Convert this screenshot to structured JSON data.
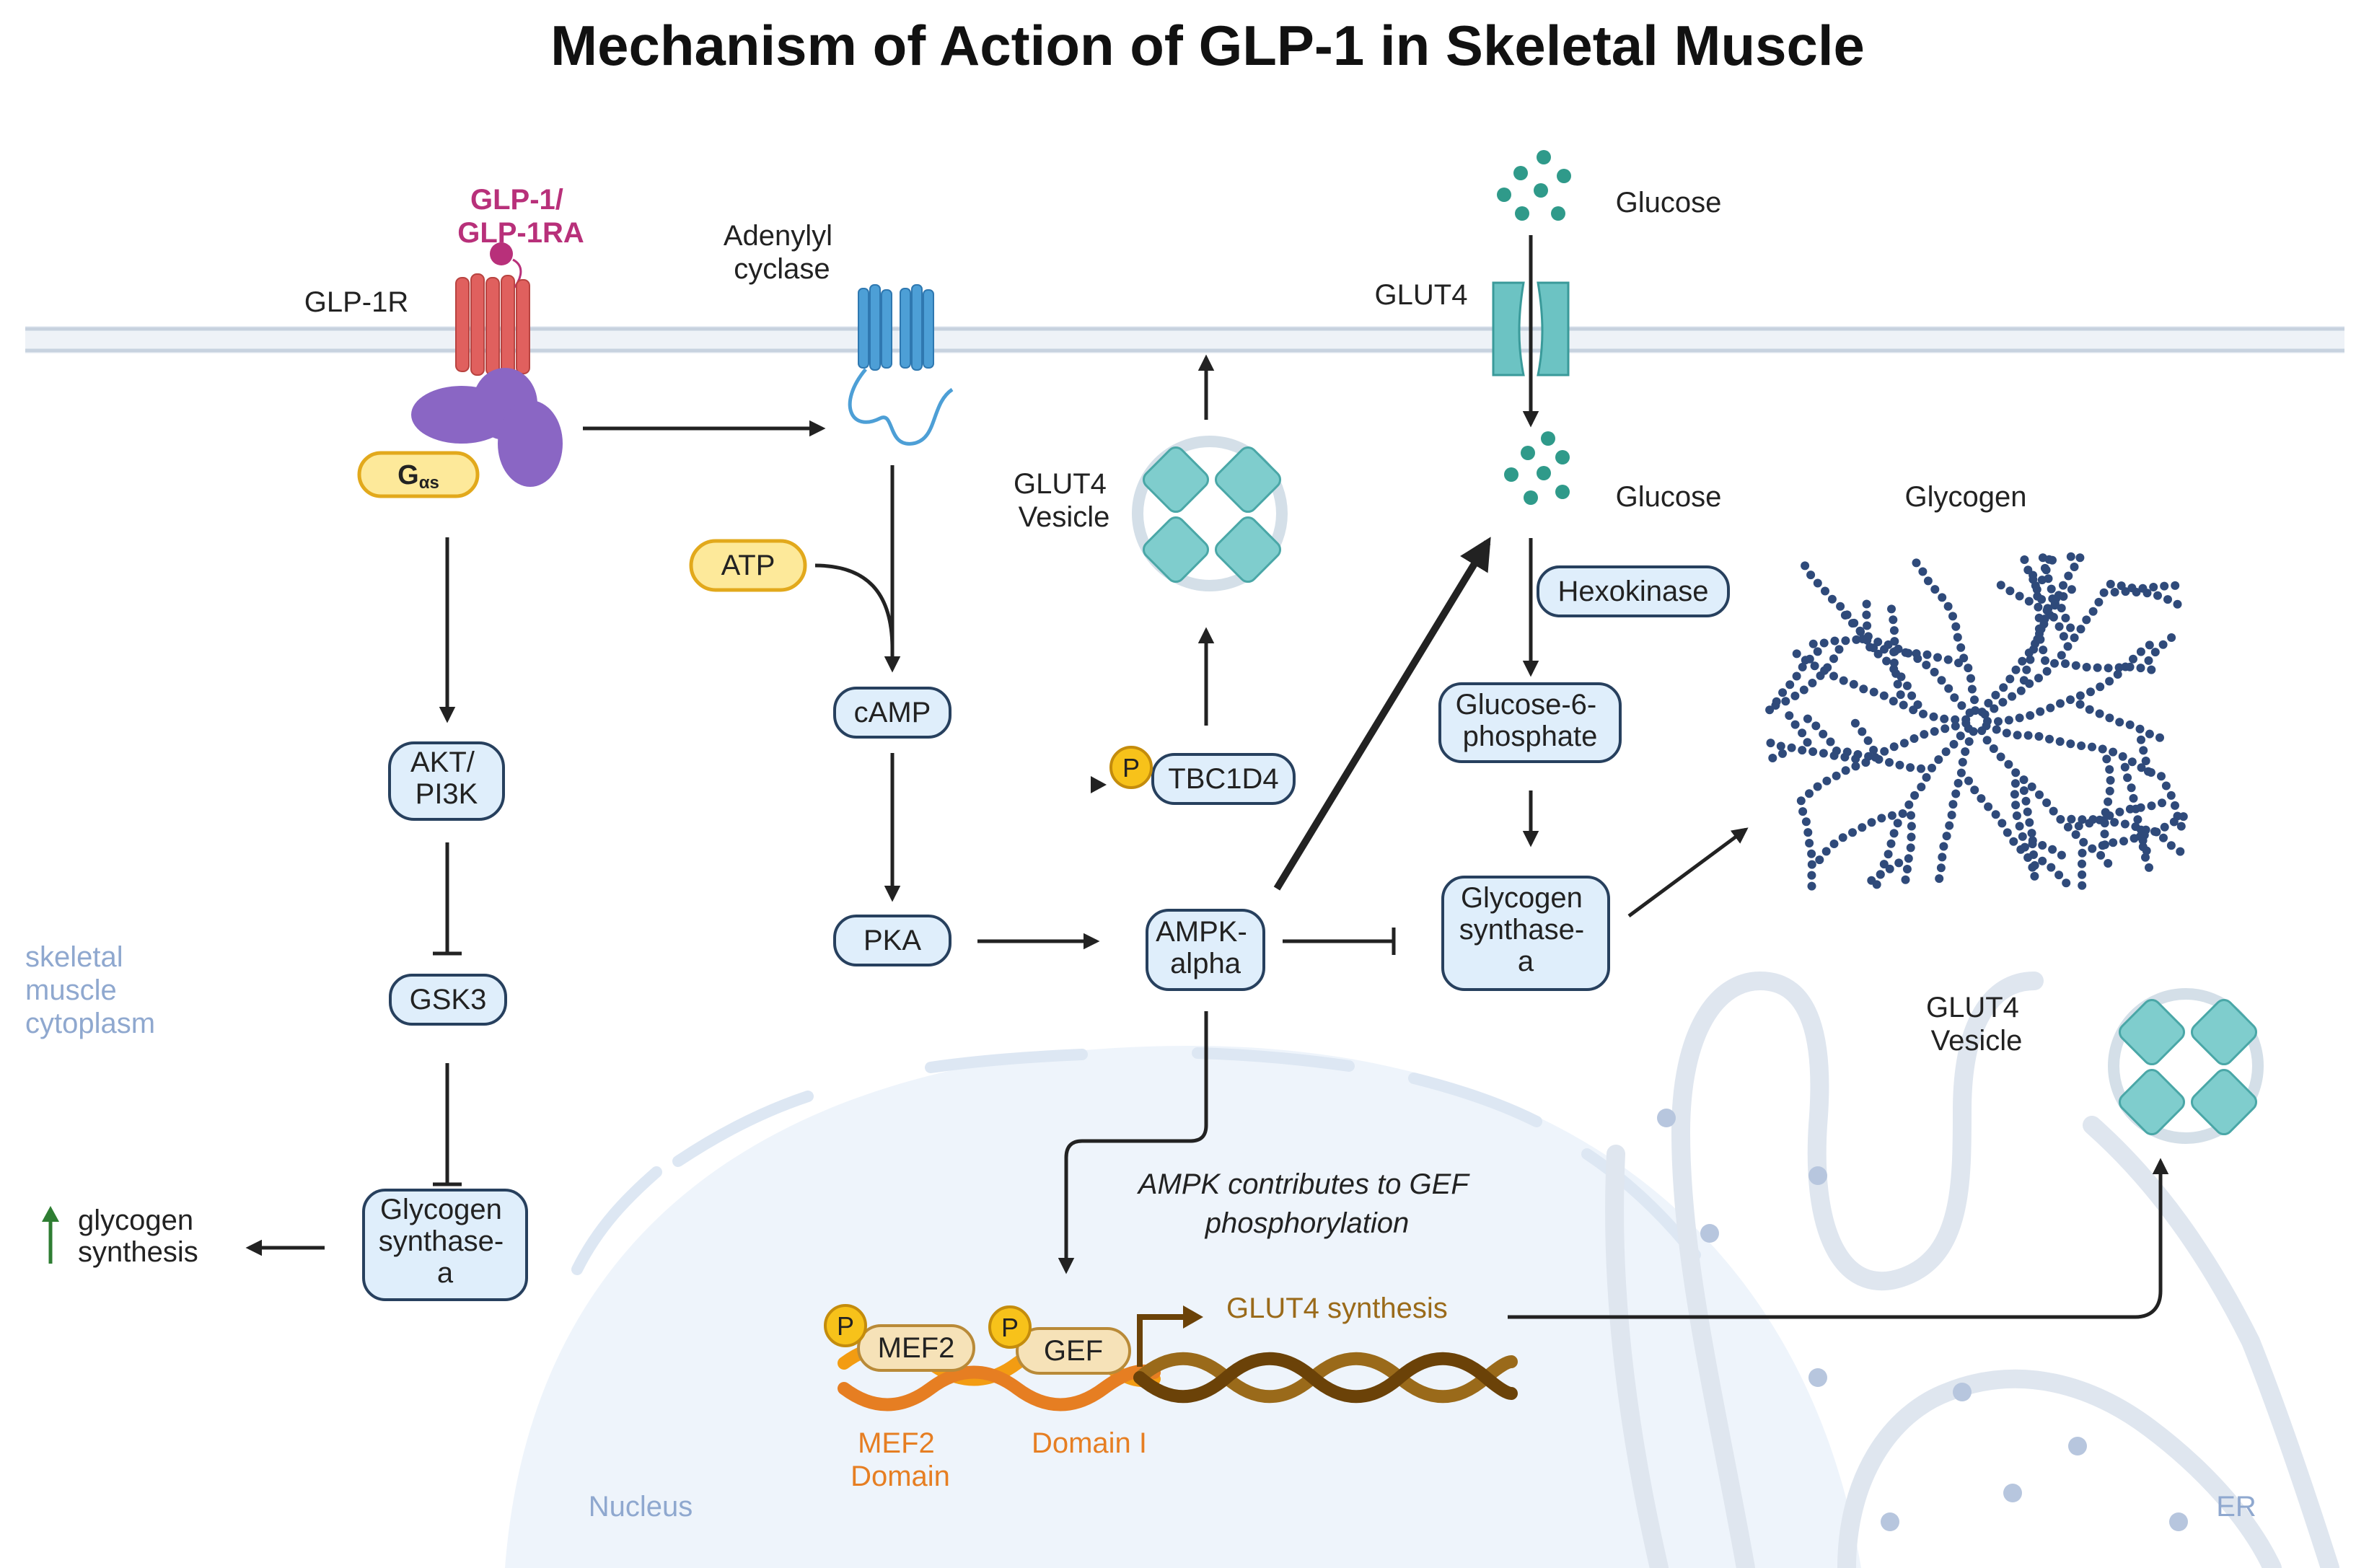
{
  "title": "Mechanism of Action of GLP-1 in Skeletal Muscle",
  "labels": {
    "glp1_ligand": [
      "GLP-1/",
      "GLP-1RA"
    ],
    "glp1r": "GLP-1R",
    "g_alpha_s_main": "G",
    "g_alpha_s_sub": "αs",
    "adenylyl_cyclase": [
      "Adenylyl",
      "cyclase"
    ],
    "glucose_top": "Glucose",
    "glut4": "GLUT4",
    "glucose_mid": "Glucose",
    "glycogen": "Glycogen",
    "glut4_vesicle_top": [
      "GLUT4",
      "Vesicle"
    ],
    "glut4_vesicle_bottom": [
      "GLUT4",
      "Vesicle"
    ],
    "cytoplasm": [
      "skeletal",
      "muscle",
      "cytoplasm"
    ],
    "nucleus": "Nucleus",
    "er": "ER",
    "glycogen_synthesis": [
      "glycogen",
      "synthesis"
    ],
    "ampk_note": [
      "AMPK contributes to GEF",
      "phosphorylation"
    ],
    "glut4_synthesis": "GLUT4 synthesis",
    "mef2_domain": [
      "MEF2",
      "Domain"
    ],
    "domain_i": "Domain I",
    "p": "P"
  },
  "nodes": {
    "atp": "ATP",
    "camp": "cAMP",
    "pka": "PKA",
    "akt": [
      "AKT/",
      "PI3K"
    ],
    "gsk3": "GSK3",
    "gs_left": [
      "Glycogen",
      "synthase-",
      "a"
    ],
    "tbc1d4": "TBC1D4",
    "ampk": [
      "AMPK-",
      "alpha"
    ],
    "hexokinase": "Hexokinase",
    "g6p": [
      "Glucose-6-",
      "phosphate"
    ],
    "gs_right": [
      "Glycogen",
      "synthase-",
      "a"
    ],
    "mef2": "MEF2",
    "gef": "GEF"
  },
  "colors": {
    "box_fill": "#dfeefb",
    "box_stroke": "#27405e",
    "ligand": "#b8307a",
    "receptor": "#e0605e",
    "g_protein": "#8a66c4",
    "yellow_fill": "#fde99a",
    "yellow_stroke": "#e2a91c",
    "teal": "#5cbcbc",
    "cyclase": "#4d9fd6",
    "glycogen_dots": "#2f4a7a",
    "pale_blue_text": "#8fa8cf",
    "orange": "#e67e22",
    "dna_dark": "#7a4e0c",
    "glut4_synthesis_text": "#9a6a1a",
    "up_arrow": "#2e7d32"
  }
}
